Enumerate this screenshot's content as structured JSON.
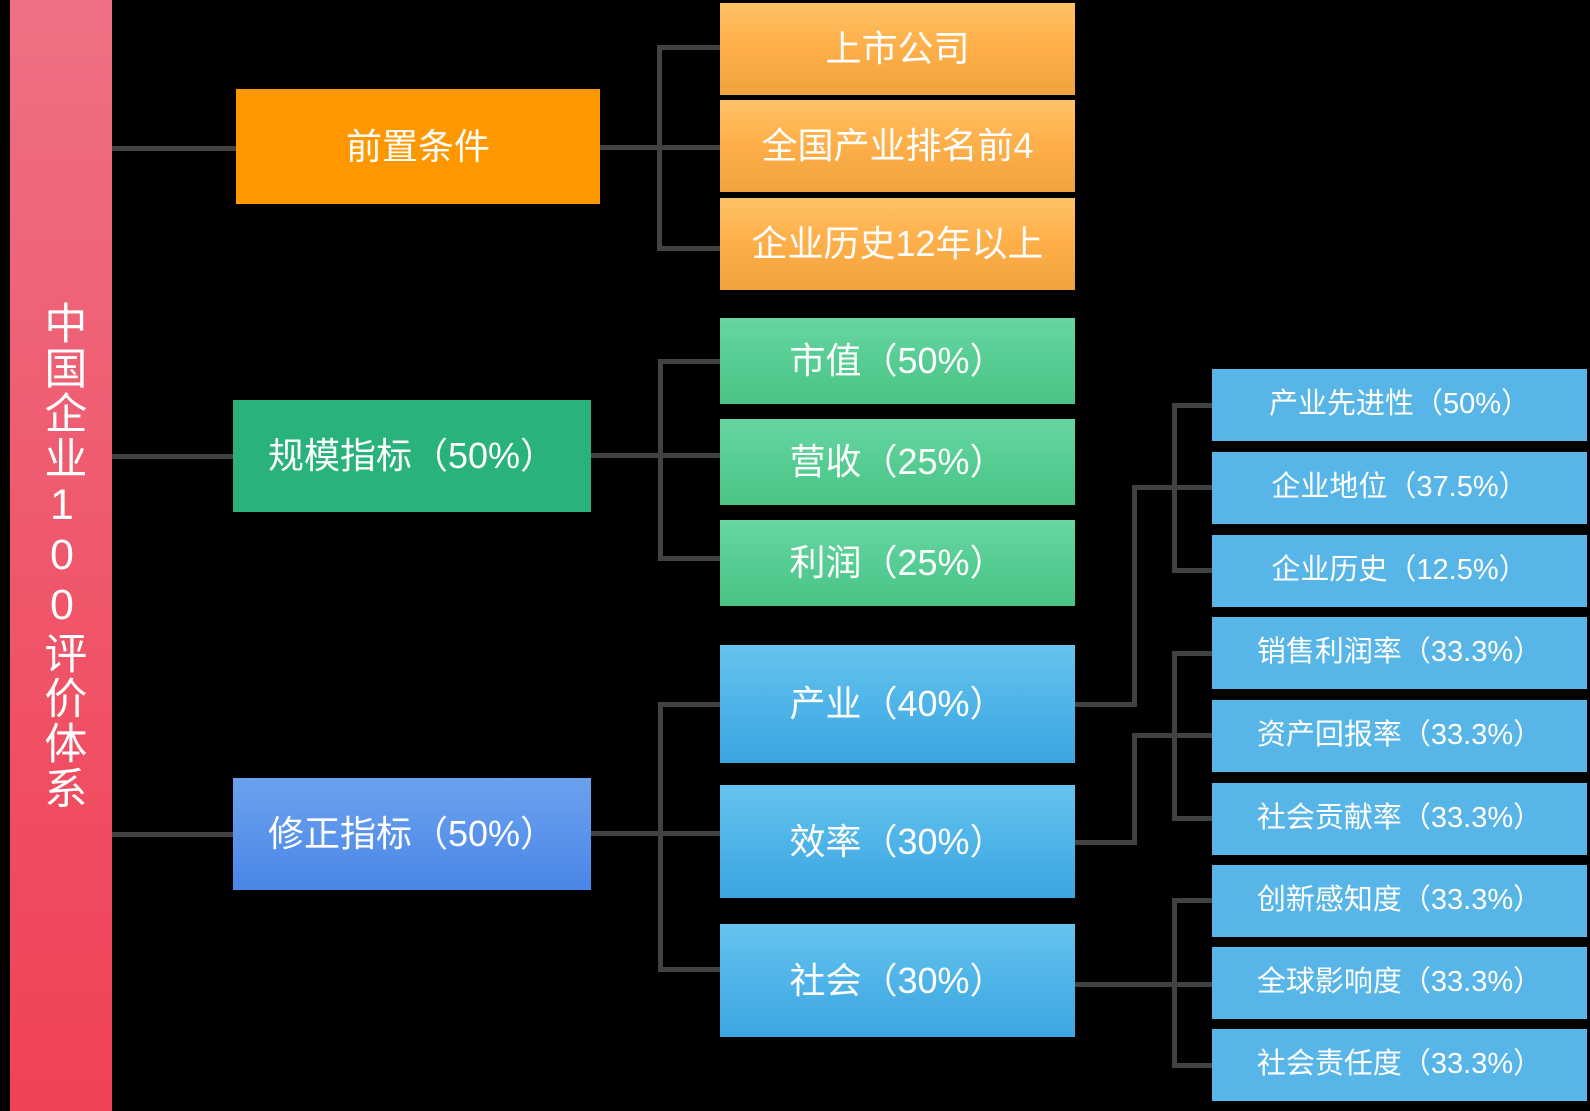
{
  "diagram": {
    "title": "中国企业100评价体系",
    "root": {
      "label": "中国企业100评价体系"
    },
    "colors": {
      "root_gradient_top": "#ee7084",
      "root_gradient_bottom": "#f04256",
      "precondition": "#ff9800",
      "precondition_child": "#ffb04a",
      "scale": "#2ab27b",
      "scale_child": "#56cd93",
      "adjust": "#4a86e8",
      "adjust_child": "#4fb4e8",
      "leaf": "#57b5e7",
      "connector": "#424242",
      "background": "#000000",
      "text": "#ffffff"
    },
    "branches": [
      {
        "id": "precondition",
        "label": "前置条件",
        "children": [
          {
            "label": "上市公司"
          },
          {
            "label": "全国产业排名前4"
          },
          {
            "label": "企业历史12年以上"
          }
        ]
      },
      {
        "id": "scale",
        "label": "规模指标（50%）",
        "children": [
          {
            "label": "市值（50%）"
          },
          {
            "label": "营收（25%）"
          },
          {
            "label": "利润（25%）"
          }
        ]
      },
      {
        "id": "adjust",
        "label": "修正指标（50%）",
        "children": [
          {
            "label": "产业（40%）",
            "children": [
              {
                "label": "产业先进性（50%）"
              },
              {
                "label": "企业地位（37.5%）"
              },
              {
                "label": "企业历史（12.5%）"
              }
            ]
          },
          {
            "label": "效率（30%）",
            "children": [
              {
                "label": "销售利润率（33.3%）"
              },
              {
                "label": "资产回报率（33.3%）"
              },
              {
                "label": "社会贡献率（33.3%）"
              }
            ]
          },
          {
            "label": "社会（30%）",
            "children": [
              {
                "label": "创新感知度（33.3%）"
              },
              {
                "label": "全球影响度（33.3%）"
              },
              {
                "label": "社会责任度（33.3%）"
              }
            ]
          }
        ]
      }
    ]
  }
}
